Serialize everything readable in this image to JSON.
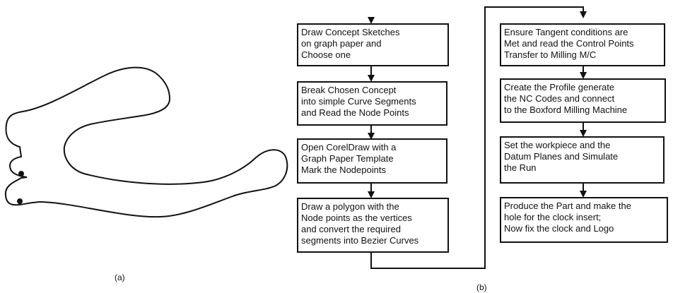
{
  "captions": {
    "left": "(a)",
    "right": "(b)"
  },
  "flow": {
    "boxes": [
      {
        "text": "Draw Concept Sketches\non graph paper and\nChoose one"
      },
      {
        "text": "Break  Chosen Concept\ninto simple Curve Segments\nand Read the Node Points"
      },
      {
        "text": "Open CorelDraw with a\nGraph Paper Template\nMark the Nodepoints"
      },
      {
        "text": "Draw a polygon with the\nNode points as the vertices\nand convert the required\nsegments into Bezier Curves"
      },
      {
        "text": "Ensure Tangent conditions are\nMet and read the Control Points\nTransfer to Milling M/C"
      },
      {
        "text": "Create the Profile  generate\nthe NC Codes and connect\nto the Boxford Milling Machine"
      },
      {
        "text": "Set the workpiece and the\nDatum Planes and Simulate\nthe Run"
      },
      {
        "text": "Produce the Part and make the\nhole for the clock insert;\nNow fix the clock and Logo"
      }
    ]
  }
}
